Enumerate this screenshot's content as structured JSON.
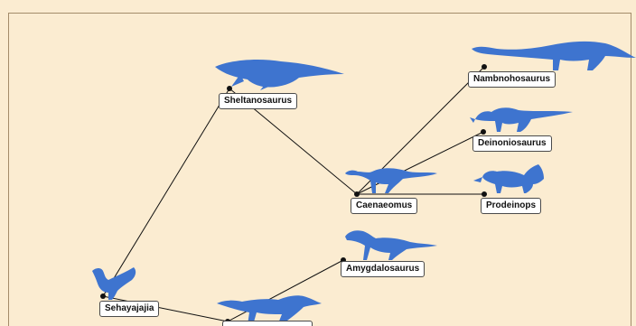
{
  "diagram": {
    "nodes": [
      {
        "id": "sheltanosaurus",
        "label": "Sheltanosaurus",
        "silhouette": "marine-reptile"
      },
      {
        "id": "nambnohosaurus",
        "label": "Nambnohosaurus",
        "silhouette": "sauropod"
      },
      {
        "id": "deinoniosaurus",
        "label": "Deinoniosaurus",
        "silhouette": "ornithischian"
      },
      {
        "id": "caenaeomus",
        "label": "Caenaeomus",
        "silhouette": "small-theropod"
      },
      {
        "id": "prodeinops",
        "label": "Prodeinops",
        "silhouette": "ceratopsian"
      },
      {
        "id": "amygdalosaurus",
        "label": "Amygdalosaurus",
        "silhouette": "theropod"
      },
      {
        "id": "sehayajajia",
        "label": "Sehayajajia",
        "silhouette": "feathered-dinosaur"
      },
      {
        "id": "unlabeled",
        "label": "",
        "silhouette": "theropod"
      }
    ],
    "edges": [
      [
        "sehayajajia",
        "sheltanosaurus"
      ],
      [
        "sheltanosaurus",
        "caenaeomus"
      ],
      [
        "caenaeomus",
        "nambnohosaurus"
      ],
      [
        "caenaeomus",
        "deinoniosaurus"
      ],
      [
        "caenaeomus",
        "prodeinops"
      ],
      [
        "unlabeled",
        "amygdalosaurus"
      ],
      [
        "sehayajajia",
        "unlabeled"
      ]
    ],
    "colors": {
      "background": "#fbecd1",
      "silhouette": "#3e74cf",
      "line": "#111111",
      "label_bg": "#ffffff"
    }
  }
}
